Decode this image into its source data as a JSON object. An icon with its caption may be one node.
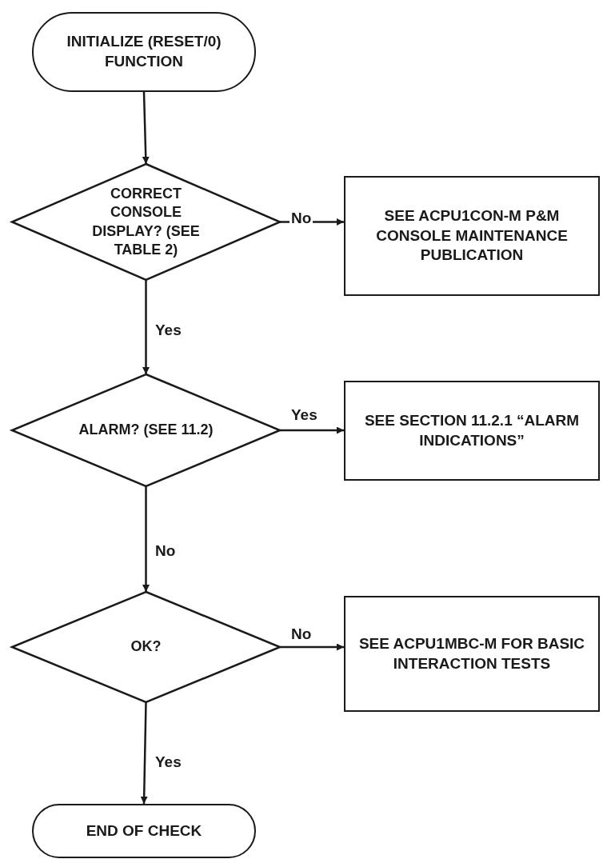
{
  "diagram": {
    "nodes": [
      {
        "text": [
          "INITIALIZE (RESET/0) FUNCTION"
        ]
      },
      {
        "text": [
          "CORRECT CONSOLE DISPLAY? (SEE TABLE 2)"
        ]
      },
      {
        "text": [
          "SEE ACPU1CON-M P&M CONSOLE MAINTENANCE PUBLICATION"
        ]
      },
      {
        "text": [
          "ALARM? (SEE 11.2)"
        ]
      },
      {
        "text": [
          "SEE SECTION 11.2.1 “ALARM INDICATIONS”"
        ]
      },
      {
        "text": [
          "OK?"
        ]
      },
      {
        "text": [
          "SEE ACPU1MBC-M FOR BASIC INTERACTION TESTS"
        ]
      },
      {
        "text": [
          "END OF CHECK"
        ]
      }
    ],
    "edges": [
      {
        "from": 0,
        "to": 1,
        "arrow": "to"
      },
      {
        "from": 1,
        "to": 2,
        "arrow": "to",
        "label": "No"
      },
      {
        "from": 1,
        "to": 3,
        "arrow": "to",
        "label": "Yes"
      },
      {
        "from": 3,
        "to": 4,
        "arrow": "to",
        "label": "Yes"
      },
      {
        "from": 3,
        "to": 5,
        "arrow": "to",
        "label": "No"
      },
      {
        "from": 5,
        "to": 6,
        "arrow": "to",
        "label": "No"
      },
      {
        "from": 5,
        "to": 7,
        "arrow": "to",
        "label": "Yes"
      }
    ]
  }
}
